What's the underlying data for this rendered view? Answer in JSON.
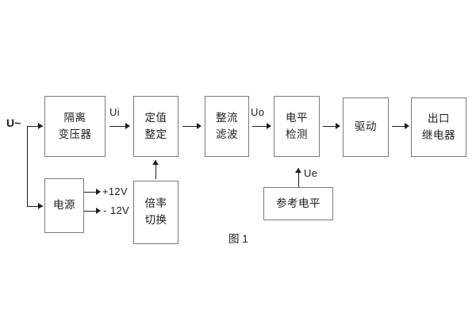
{
  "figure": {
    "caption": "图 1",
    "input_label": "U~",
    "line_color": "#1d1d1d",
    "box_border_color": "#7a7a7a",
    "background": "#ffffff"
  },
  "blocks": [
    {
      "id": "isolation-transformer",
      "lines": [
        "隔离",
        "变压器"
      ]
    },
    {
      "id": "setting-value",
      "lines": [
        "定值",
        "整定"
      ]
    },
    {
      "id": "rectify-filter",
      "lines": [
        "整流",
        "滤波"
      ]
    },
    {
      "id": "level-detection",
      "lines": [
        "电平",
        "检测"
      ]
    },
    {
      "id": "drive",
      "lines": [
        "驱动"
      ]
    },
    {
      "id": "output-relay",
      "lines": [
        "出口",
        "继电器"
      ]
    },
    {
      "id": "power-supply",
      "lines": [
        "电源"
      ]
    },
    {
      "id": "multiplier-switch",
      "lines": [
        "倍率",
        "切换"
      ]
    },
    {
      "id": "reference-level",
      "lines": [
        "参考电平"
      ]
    }
  ],
  "signals": {
    "ui": "Ui",
    "uo": "Uo",
    "ue": "Ue",
    "rail_positive": "+12V",
    "rail_negative": "12V",
    "rail_negative_sign": "-"
  }
}
